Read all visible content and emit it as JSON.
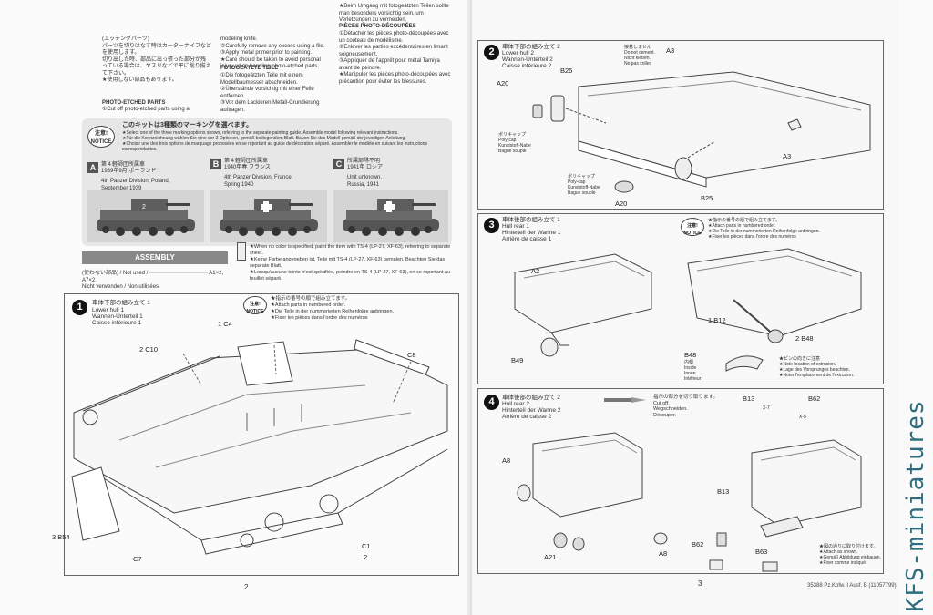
{
  "left_page": {
    "intro_col1": "(エッチングパーツ)\nパーツを切りはなす時はカーターナイフなどを使用します。\n切り出した時、部品に出っ張った部分が残っている場合は、ヤスリなどで平に削り揃えて下さい。\n★使用しない部品もあります。",
    "intro_title": "PHOTO-ETCHED PARTS",
    "intro_col1_en": "①Cut off photo-etched parts using a",
    "intro_col2": "modeling knife.\n②Carefully remove any excess using a file.\n③Apply metal primer prior to painting.\n★Care should be taken to avoid personal injury when handling photo-etched parts.",
    "intro_col2_title": "FOTOGEÄTZTE TEILE",
    "intro_col2_de": "①Die fotogeätzten Teile mit einem Modellbaumesser abschneiden.\n②Überstände vorsichtig mit einer Feile entfernen.\n③Vor dem Lackieren Metall-Grundierung auftragen.",
    "intro_col3": "★Beim Umgang mit fotogeätzten Teilen sollte man besonders vorsichtig sein, um Verletzungen zu vermeiden.",
    "intro_col3_title": "PIÈCES PHOTO-DÉCOUPÉES",
    "intro_col3_fr": "①Détacher les pièces photo-découpées avec un couteau de modélisme.\n②Enlever les parties excédentaires en limant soigneusement.\n③Appliquer de l'apprêt pour métal Tamiya avant de peindre.\n★Manipuler les pièces photo-découpées avec précaution pour éviter les blessures.",
    "notice_badge": "注意!\nNOTICE",
    "notice_title": "このキットは3種類のマーキングを選べます。",
    "notice_text": "★Select one of the three marking options shown, referring to the separate painting guide. Assemble model following relevant instructions.\n★Für die Kennzeichnung wählen Sie eine der 3 Optionen, gemäß beiliegendem Blatt. Bauen Sie das Modell gemäß der jeweiligen Anleitung.\n★Choisir une des trois options de marquage proposées en se reportant au guide de décoration séparé. Assembler le modèle en suivant les instructions correspondantes.",
    "markings": [
      {
        "letter": "A",
        "jp": "第４軽師団所属車",
        "jp2": "1939年9月 ポーランド",
        "en": "4th Panzer Division, Poland,\nSeptember 1939"
      },
      {
        "letter": "B",
        "jp": "第４軽師団所属車",
        "jp2": "1940年春 フランス",
        "en": "4th Panzer Division, France,\nSpring 1940"
      },
      {
        "letter": "C",
        "jp": "所属部隊不明",
        "jp2": "1941年 ロシア",
        "en": "Unit unknown,\nRussia, 1941"
      }
    ],
    "assembly_label": "ASSEMBLY",
    "not_used": "(使わない部品) / Not used / ································ A1×2, A7×2.\nNicht verwenden / Non utilisées.",
    "paint_note": "★When no color is specified, paint the item with TS-4 (LP-27, XF-63), referring to separate sheet.\n★Keine Farbe angegeben ist, Teile mit TS-4 (LP-27, XF-63) bemalen. Beachten Sie das separate Blatt.\n★Lorsqu'aucune teinte n'est spécifiée, peindre en TS-4 (LP-27, XF-63), en se reportant au feuillet séparé.",
    "step1": {
      "num": "1",
      "jp": "車体下部の組み立て 1",
      "en": "Lower hull 1",
      "de": "Wannen-Unterteil 1",
      "fr": "Caisse inférieure 1",
      "notice": "★指示の番号の順で組み立てます。\n★Attach parts in numbered order.\n★Die Teile in der nummerierten Reihenfolge anbringen.\n★Fixer les pièces dans l'ordre des numéros",
      "labels": [
        "1 C4",
        "2 C10",
        "C8",
        "3 B54",
        "C7",
        "C1",
        "2"
      ]
    },
    "page_number": "2",
    "footer": "35388  Pz.Kpfw. I Ausf. B (11057799)"
  },
  "right_page": {
    "step2": {
      "num": "2",
      "jp": "車体下部の組み立て 2",
      "en": "Lower hull 2",
      "de": "Wannen-Unterteil 2",
      "fr": "Caisse inférieure 2",
      "glue_note": "接着しません\nDo not cement.\nNicht kleben.\nNe pas coller.",
      "polycap_1": "ポリキャップ\nPoly-cap\nKunststoff-Nabe\nBague souple",
      "polycap_2": "ポリキャップ\nPoly-cap\nKunststoff-Nabe\nBague souple",
      "labels": [
        "A3",
        "B26",
        "A20",
        "A3",
        "A20",
        "B25"
      ]
    },
    "step3": {
      "num": "3",
      "jp": "車体後部の組み立て 1",
      "en": "Hull rear 1",
      "de": "Hinterteil der Wanne 1",
      "fr": "Arrière de caisse 1",
      "notice": "★指示の番号の順で組み立てます。\n★Attach parts in numbered order.\n★Die Teile in der nummerierten Reihenfolge anbringen.\n★Fixer les pièces dans l'ordre des numéros",
      "labels": [
        "A2",
        "B49",
        "1 B12",
        "2 B48",
        "B48"
      ],
      "detail_note": "内側\nInside\nInnen\nIntérieur",
      "extrusion_note": "★ピンの向きに注意\n★Note location of extrusion.\n★Lage des Vorsprunges beachten.\n★Noter l'emplacement de l'extrusion."
    },
    "step4": {
      "num": "4",
      "jp": "車体後部の組み立て 2",
      "en": "Hull rear 2",
      "de": "Hinterteil der Wanne 2",
      "fr": "Arrière de caisse 2",
      "cut_note": "指示の部分を切り取ります。\nCut off.\nWegschneiden.\nDécouper.",
      "b13": "B13",
      "b62": "B62",
      "x7": "X-7",
      "x5": "X-5",
      "labels": [
        "A8",
        "A21",
        "A8",
        "B13",
        "B62",
        "B63"
      ],
      "attach_note": "★図の通りに取り付けます。\n★Attach as shown.\n★Gemäß Abbildung einbauen.\n★Fixer comme indiqué."
    },
    "page_number": "3",
    "footer": "35388  Pz.Kpfw. I Ausf. B (11057799)"
  },
  "watermark": "KFS-miniatures",
  "colors": {
    "watermark": "#2f6d7e",
    "step_circle": "#111111",
    "assembly_bar": "#888888"
  }
}
